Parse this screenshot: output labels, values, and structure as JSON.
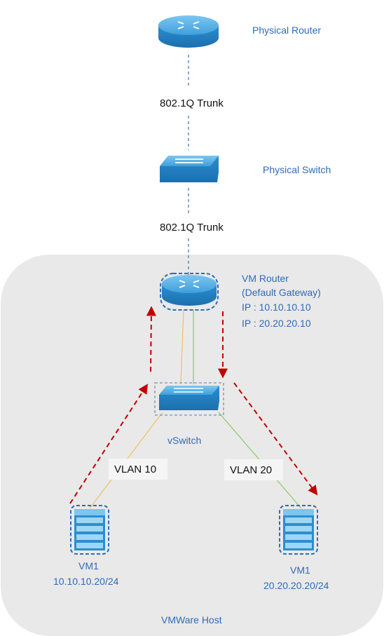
{
  "colors": {
    "host_bg": "#e9e9e9",
    "label_blue": "#2e6bb8",
    "device_blue": "#2a8fd1",
    "device_top": "#5bb5e8",
    "vlan10_line": "#f0c060",
    "vlan20_line": "#8cc860",
    "flow_arrow": "#c00000",
    "trunk_line": "#3a6fb5"
  },
  "physical_router": {
    "label": "Physical Router",
    "icon": "router-icon"
  },
  "trunk_top": {
    "label": "802.1Q Trunk"
  },
  "physical_switch": {
    "label": "Physical Switch",
    "icon": "switch-icon"
  },
  "trunk_bottom": {
    "label": "802.1Q Trunk"
  },
  "vm_router": {
    "icon": "router-icon",
    "line1": "VM Router",
    "line2": "(Default Gateway)",
    "ip1": "IP : 10.10.10.10",
    "ip2": "IP : 20.20.20.10"
  },
  "vswitch": {
    "label": "vSwitch",
    "icon": "switch-icon"
  },
  "vlan10": {
    "label": "VLAN 10"
  },
  "vlan20": {
    "label": "VLAN 20"
  },
  "vm_left": {
    "name": "VM1",
    "ip": "10.10.10.20/24",
    "icon": "server-icon"
  },
  "vm_right": {
    "name": "VM1",
    "ip": "20.20.20.20/24",
    "icon": "server-icon"
  },
  "host": {
    "label": "VMWare Host"
  }
}
